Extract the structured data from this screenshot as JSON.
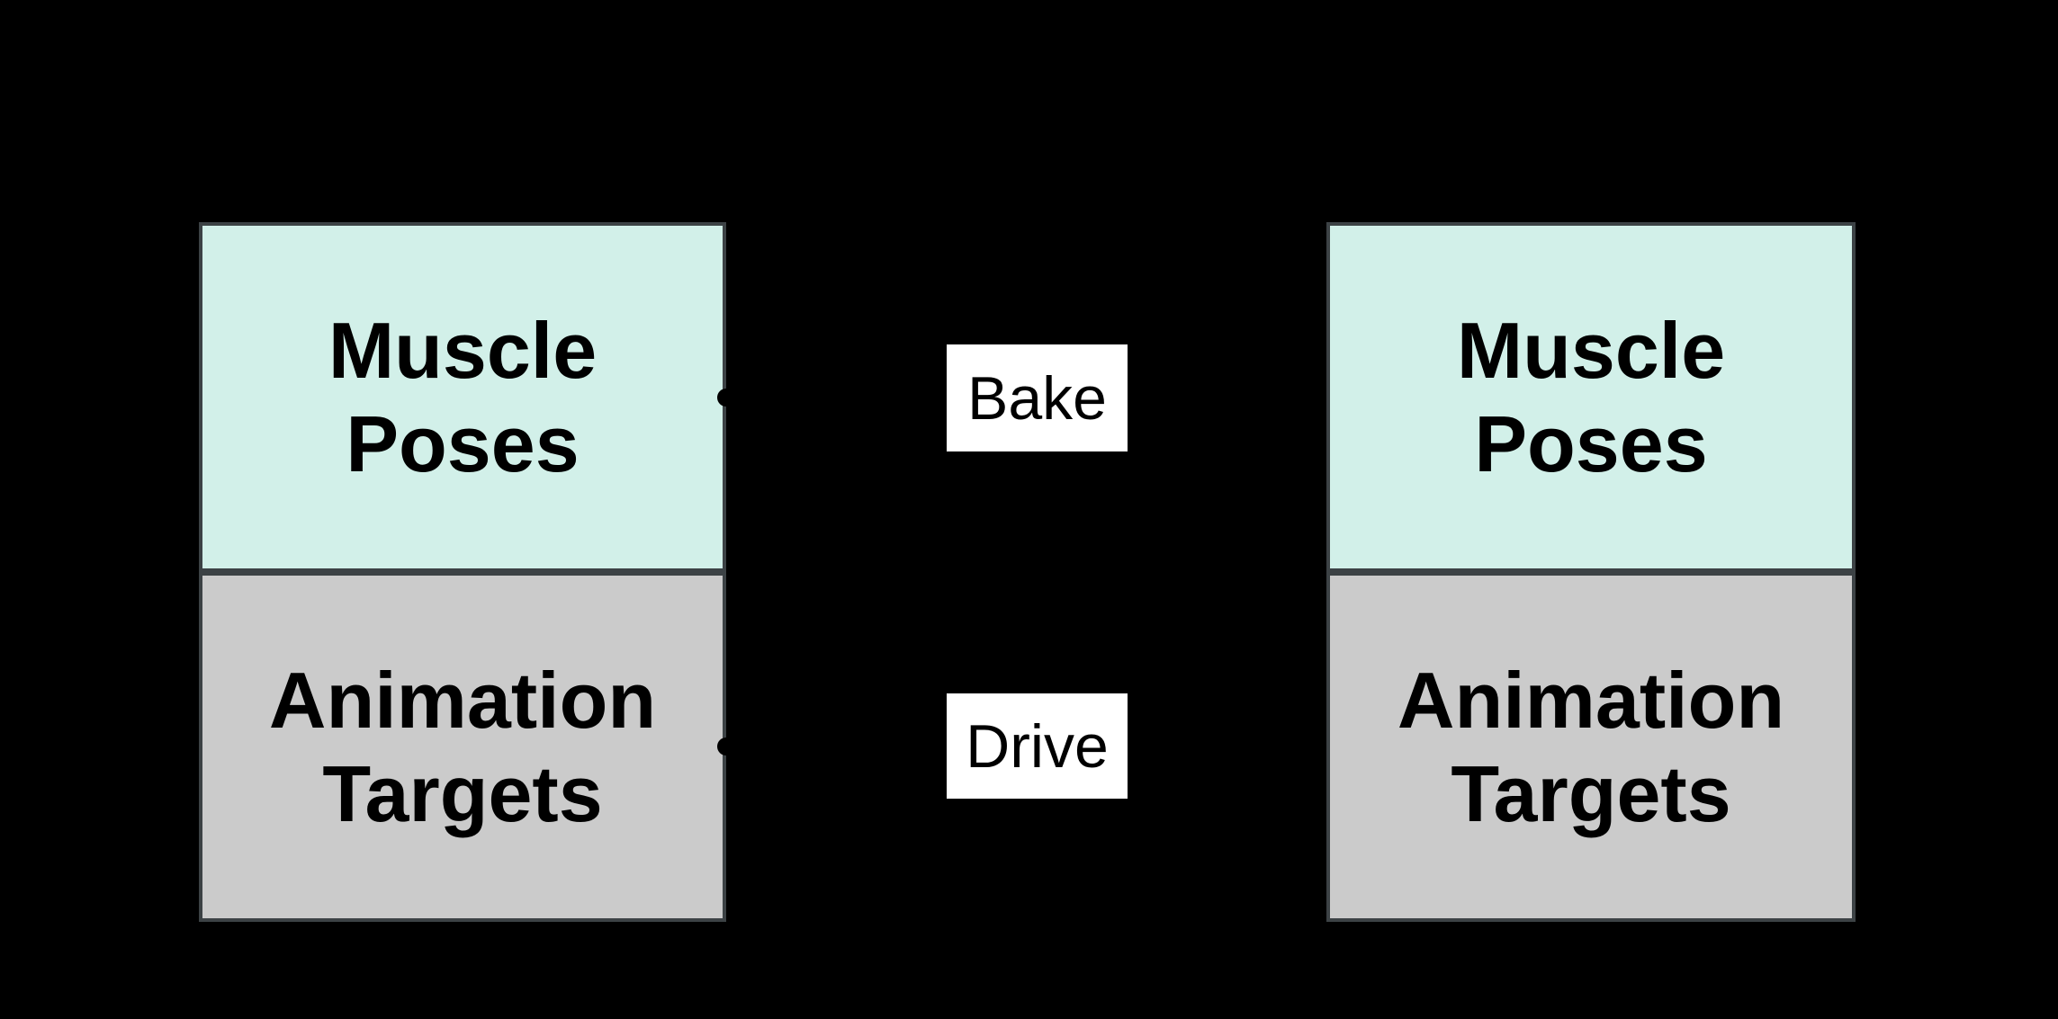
{
  "diagram": {
    "left_box": {
      "top_label_line1": "Muscle",
      "top_label_line2": "Poses",
      "bottom_label_line1": "Animation",
      "bottom_label_line2": "Targets"
    },
    "right_box": {
      "top_label_line1": "Muscle",
      "top_label_line2": "Poses",
      "bottom_label_line1": "Animation",
      "bottom_label_line2": "Targets"
    },
    "connectors": {
      "bake_label": "Bake",
      "drive_label": "Drive"
    },
    "colors": {
      "background": "#000000",
      "muscle_section_fill": "#d2f0e9",
      "animation_section_fill": "#cbcbcb",
      "box_border": "#3c4245",
      "label_box_fill": "#ffffff",
      "text": "#000000",
      "connector_dot": "#000000"
    }
  }
}
